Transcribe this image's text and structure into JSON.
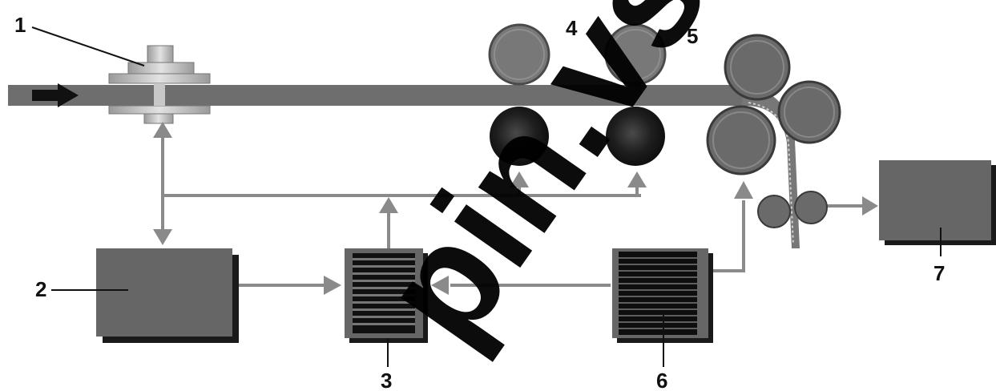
{
  "labels": {
    "l1": "1",
    "l2": "2",
    "l3": "3",
    "l4": "4",
    "l5": "5",
    "l6": "6",
    "l7": "7"
  },
  "watermark": "pin.vs",
  "colors": {
    "strip": "#6e6e6e",
    "box": "#666666",
    "shadow": "#1a1a1a",
    "line": "#8a8a8a",
    "roll_upper": "#7a7a7a",
    "roll_dark": "#2a2a2a",
    "arrow_black": "#111111",
    "watermark": "#000000"
  }
}
